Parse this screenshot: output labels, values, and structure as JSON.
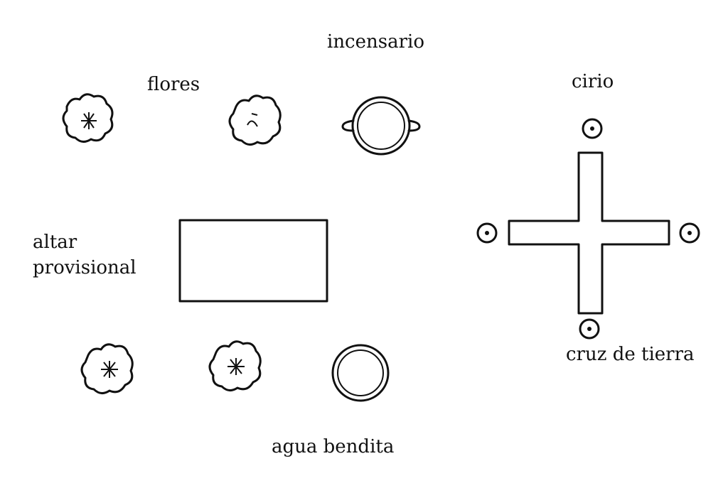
{
  "labels": {
    "incensario": "incensario",
    "flores": "flores",
    "cirio": "cirio",
    "altar_line1": "altar",
    "altar_line2": "provisional",
    "cruz": "cruz de tierra",
    "agua": "agua bendita"
  },
  "elements": {
    "flowers": [
      "flower",
      "flower",
      "flower",
      "flower"
    ],
    "candles": [
      "candle",
      "candle",
      "candle",
      "candle"
    ],
    "vessels": [
      "censer",
      "holy-water-basin"
    ],
    "cross": "earth-cross",
    "altar": "provisional-altar"
  },
  "colors": {
    "ink": "#111111",
    "paper": "#ffffff"
  }
}
